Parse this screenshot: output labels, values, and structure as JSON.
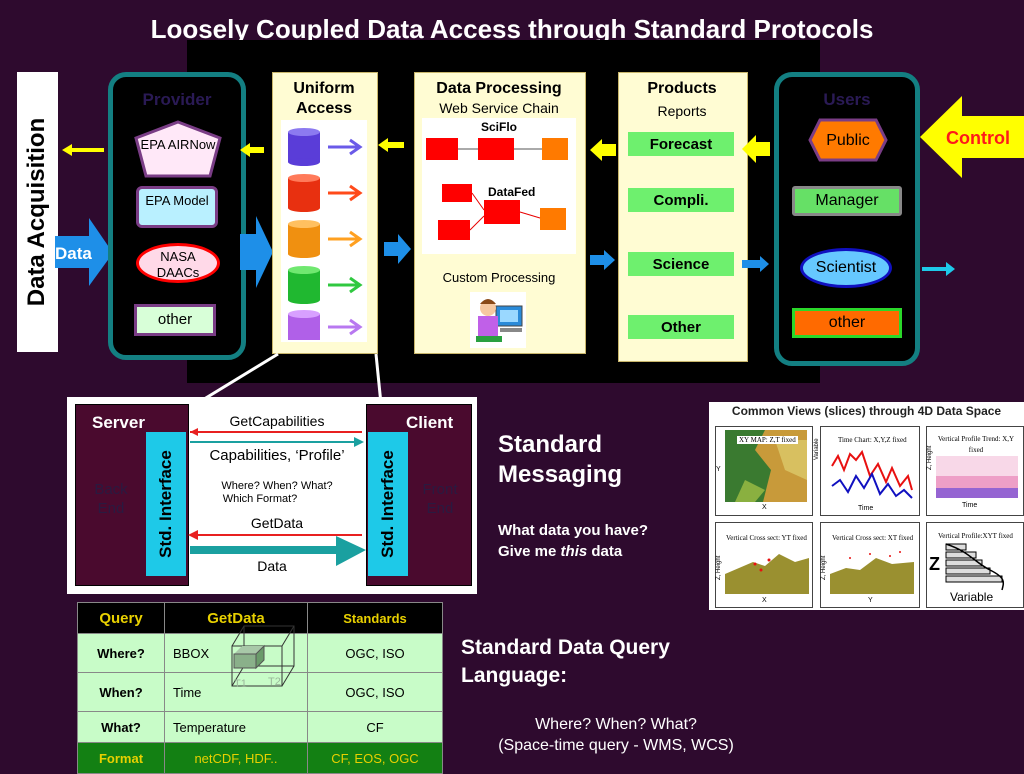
{
  "title": "Loosely Coupled Data Access through Standard Protocols",
  "side_label": "Data Acquisition",
  "data_arrow_label": "Data",
  "providers": {
    "heading": "Provider",
    "items": [
      "EPA AIRNow",
      "EPA Model",
      "NASA DAACs",
      "other"
    ]
  },
  "uniform_access": {
    "heading_line1": "Uniform",
    "heading_line2": "Access"
  },
  "data_processing": {
    "heading": "Data Processing",
    "sub": "Web Service Chain",
    "sciflo": "SciFlo",
    "datafed": "DataFed",
    "custom": "Custom Processing"
  },
  "products": {
    "heading": "Products",
    "sub": "Reports",
    "items": [
      "Forecast",
      "Compli.",
      "Science",
      "Other"
    ]
  },
  "users": {
    "heading": "Users",
    "items": [
      "Public",
      "Manager",
      "Scientist",
      "other"
    ]
  },
  "control_label": "Control",
  "messaging": {
    "server": "Server",
    "client": "Client",
    "back_end": "Back End",
    "front_end": "Front End",
    "std_interface": "Std. Interface",
    "getcap": "GetCapabilities",
    "capabilities": "Capabilities, ‘Profile’",
    "where_line1": "Where? When? What?",
    "where_line2": "Which Format?",
    "getdata": "GetData",
    "data": "Data"
  },
  "standard_messaging": {
    "title": "Standard Messaging",
    "q1": "What data you have?",
    "q2_pre": "Give me ",
    "q2_em": "this",
    "q2_post": " data"
  },
  "common_views": {
    "title": "Common Views (slices) through 4D Data Space",
    "panels": [
      {
        "label": "XY MAP: Z,T fixed",
        "xlabel": "X",
        "ylabel": "Y"
      },
      {
        "label": "Time Chart: X,Y,Z fixed",
        "xlabel": "Time",
        "ylabel": "Variable"
      },
      {
        "label": "Vertical Profile Trend: X,Y fixed",
        "xlabel": "Time",
        "ylabel": "Z, Height"
      },
      {
        "label": "Vertical Cross sect: YT fixed",
        "xlabel": "X",
        "ylabel": "Z, Height"
      },
      {
        "label": "Vertical Cross sect: XT fixed",
        "xlabel": "Y",
        "ylabel": "Z, Height"
      },
      {
        "label": "Vertical Profile:XYT fixed",
        "xlabel": "Variable",
        "ylabel": "Z"
      }
    ]
  },
  "query_table": {
    "headers": [
      "Query",
      "GetData",
      "Standards"
    ],
    "rows": [
      {
        "q": "Where?",
        "v": "BBOX",
        "s": "OGC, ISO"
      },
      {
        "q": "When?",
        "v": "Time",
        "s": "OGC, ISO"
      },
      {
        "q": "What?",
        "v": "Temperature",
        "s": "CF"
      },
      {
        "q": "Format",
        "v": "netCDF, HDF..",
        "s": "CF, EOS, OGC"
      }
    ],
    "overlay_t1": "T1",
    "overlay_t2": "T2"
  },
  "query_language": {
    "title": "Standard Data Query Language:",
    "line1": "Where? When? What?",
    "line2": "(Space-time query - WMS, WCS)"
  },
  "colors": {
    "background": "#2e0a2e",
    "teal": "#137f82",
    "cyan": "#1ec9e8",
    "green_button": "#6ef06e"
  }
}
